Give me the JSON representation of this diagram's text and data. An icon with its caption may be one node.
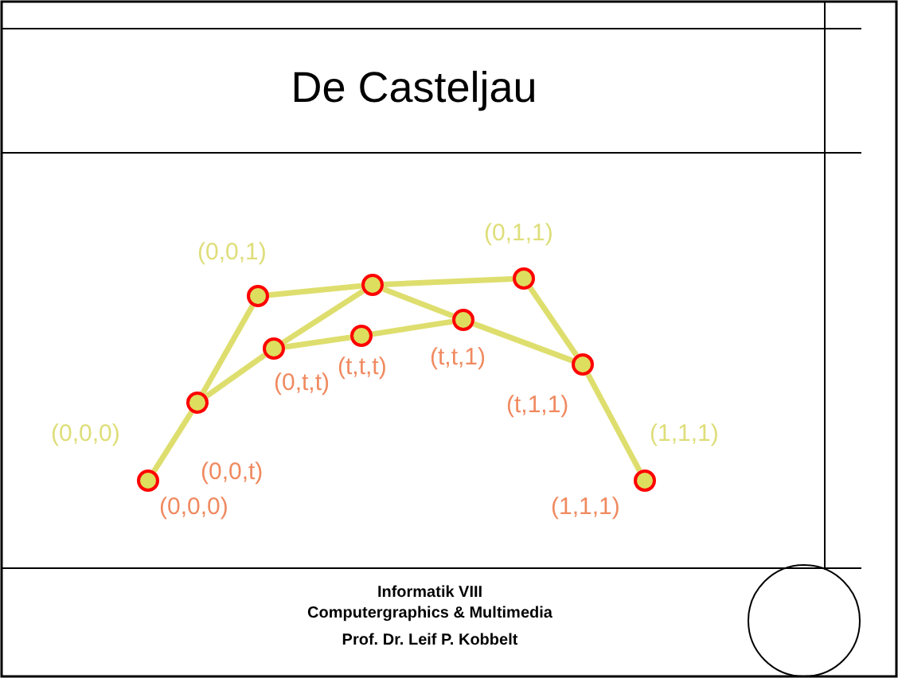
{
  "diagram": {
    "title": "De Casteljau",
    "nodes": [
      {
        "text": [],
        "shape": "circle",
        "beside": [
          "(0,0,0)",
          "(0,0,0)"
        ]
      },
      {
        "text": [],
        "shape": "circle",
        "beside": [
          "(0,0,t)"
        ]
      },
      {
        "text": [],
        "shape": "circle",
        "beside": [
          "(0,0,1)"
        ]
      },
      {
        "text": [],
        "shape": "circle",
        "beside": [
          "(0,t,t)"
        ]
      },
      {
        "text": [],
        "shape": "circle",
        "beside": [
          "(t,t,t)"
        ]
      },
      {
        "text": [],
        "shape": "circle"
      },
      {
        "text": [],
        "shape": "circle",
        "beside": [
          "(t,t,1)"
        ]
      },
      {
        "text": [],
        "shape": "circle",
        "beside": [
          "(0,1,1)"
        ]
      },
      {
        "text": [],
        "shape": "circle",
        "beside": [
          "(t,1,1)"
        ]
      },
      {
        "text": [],
        "shape": "circle",
        "beside": [
          "(1,1,1)",
          "(1,1,1)"
        ]
      }
    ],
    "edges": [
      {
        "from": 0,
        "to": 1,
        "arrow": "none"
      },
      {
        "from": 1,
        "to": 2,
        "arrow": "none"
      },
      {
        "from": 2,
        "to": 5,
        "arrow": "none"
      },
      {
        "from": 5,
        "to": 7,
        "arrow": "none"
      },
      {
        "from": 7,
        "to": 8,
        "arrow": "none"
      },
      {
        "from": 8,
        "to": 9,
        "arrow": "none"
      },
      {
        "from": 1,
        "to": 3,
        "arrow": "none"
      },
      {
        "from": 3,
        "to": 5,
        "arrow": "none"
      },
      {
        "from": 5,
        "to": 6,
        "arrow": "none"
      },
      {
        "from": 6,
        "to": 8,
        "arrow": "none"
      },
      {
        "from": 3,
        "to": 4,
        "arrow": "none"
      },
      {
        "from": 4,
        "to": 6,
        "arrow": "none"
      }
    ],
    "labels": [
      "Informatik VIII",
      "Computergraphics & Multimedia",
      "Prof. Dr. Leif P. Kobbelt"
    ]
  }
}
